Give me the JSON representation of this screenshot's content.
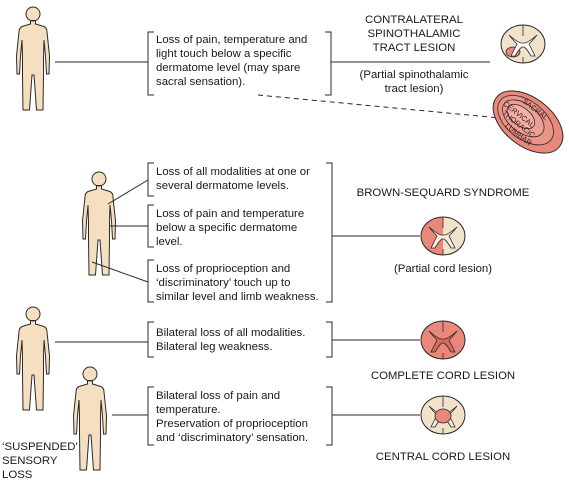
{
  "rows": [
    {
      "descriptions": [
        [
          "Loss of pain, temperature and",
          "light touch below a specific",
          "dermatome level (may spare",
          "sacral sensation)."
        ]
      ],
      "lesion_title": [
        "CONTRALATERAL",
        "SPINOTHALAMIC",
        "TRACT LESION"
      ],
      "lesion_subtitle": [
        "(Partial spinothalamic",
        "tract lesion)"
      ],
      "tract_layers": [
        "CERVICAL",
        "THORACIC",
        "LUMBAR",
        "SACRAL"
      ]
    },
    {
      "descriptions": [
        [
          "Loss of all modalities at one or",
          "several dermatome levels."
        ],
        [
          "Loss of pain and temperature",
          "below a specific dermatome",
          "level."
        ],
        [
          "Loss of proprioception and",
          "‘discriminatory’ touch up to",
          "similar level and limb weakness."
        ]
      ],
      "lesion_title": [
        "BROWN-SEQUARD SYNDROME"
      ],
      "lesion_subtitle": [
        "(Partial cord lesion)"
      ]
    },
    {
      "descriptions": [
        [
          "Bilateral loss of all modalities.",
          "Bilateral leg weakness."
        ]
      ],
      "lesion_title": [
        "COMPLETE CORD LESION"
      ]
    },
    {
      "descriptions": [
        [
          "Bilateral loss of pain and",
          "temperature.",
          "Preservation of proprioception",
          "and ‘discriminatory’ sensation."
        ]
      ],
      "lesion_title": [
        "CENTRAL CORD LESION"
      ],
      "figure_label": [
        "‘SUSPENDED’",
        "SENSORY",
        "LOSS"
      ]
    }
  ],
  "colors": {
    "skin": "#f5dfc0",
    "lesion_red": "#e8877a",
    "lesion_red_dark": "#d96a5d",
    "ipsilateral_purple": "#c7aed0",
    "cord_bg": "#f1e3ca",
    "outline": "#2a2a2a"
  }
}
